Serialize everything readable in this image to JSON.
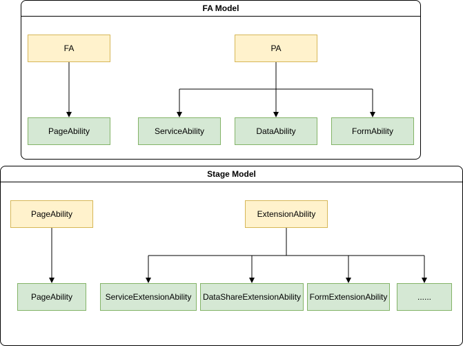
{
  "fa_model": {
    "title": "FA  Model",
    "nodes": {
      "fa": "FA",
      "pa": "PA",
      "page_ability": "PageAbility",
      "service_ability": "ServiceAbility",
      "data_ability": "DataAbility",
      "form_ability": "FormAbility"
    }
  },
  "stage_model": {
    "title": "Stage Model",
    "nodes": {
      "page_ability_top": "PageAbility",
      "extension_ability": "ExtensionAbility",
      "page_ability_bottom": "PageAbility",
      "service_extension_ability": "ServiceExtensionAbility",
      "datashare_extension_ability": "DataShareExtensionAbility",
      "form_extension_ability": "FormExtensionAbility",
      "more": "......"
    }
  },
  "colors": {
    "parent_fill": "#fff2cc",
    "parent_stroke": "#d6b656",
    "child_fill": "#d5e8d4",
    "child_stroke": "#82b366"
  }
}
